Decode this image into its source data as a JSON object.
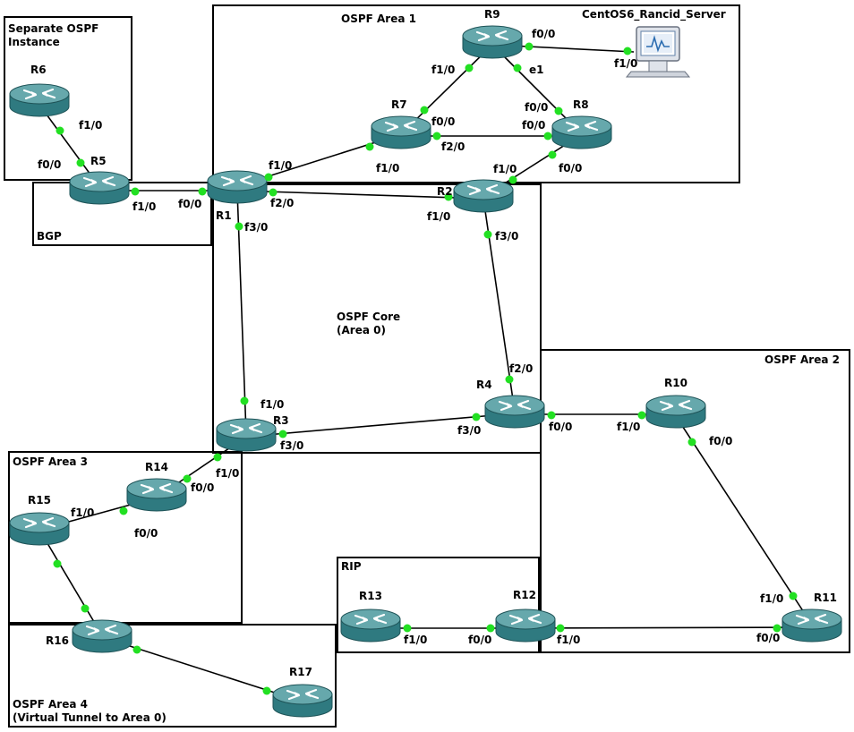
{
  "areas": {
    "separate": [
      "Separate OSPF",
      "Instance"
    ],
    "area1": [
      "OSPF Area 1"
    ],
    "bgp": [
      "BGP"
    ],
    "core": [
      "OSPF Core",
      "(Area 0)"
    ],
    "area2": [
      "OSPF Area 2"
    ],
    "area3": [
      "OSPF Area 3"
    ],
    "rip": [
      "RIP"
    ],
    "area4": [
      "OSPF Area 4",
      "(Virtual Tunnel to Area 0)"
    ],
    "server": [
      "CentOS6_Rancid_Server"
    ]
  },
  "routers": {
    "R1": "R1",
    "R2": "R2",
    "R3": "R3",
    "R4": "R4",
    "R5": "R5",
    "R6": "R6",
    "R7": "R7",
    "R8": "R8",
    "R9": "R9",
    "R10": "R10",
    "R11": "R11",
    "R12": "R12",
    "R13": "R13",
    "R14": "R14",
    "R15": "R15",
    "R16": "R16",
    "R17": "R17"
  },
  "interfaces": [
    "f1/0",
    "f0/0",
    "f1/0",
    "f0/0",
    "f1/0",
    "f1/0",
    "f2/0",
    "f1/0",
    "f3/0",
    "f1/0",
    "f3/0",
    "f2/0",
    "f3/0",
    "f3/0",
    "f0/0",
    "f1/0",
    "f0/0",
    "f1/0",
    "f1/0",
    "f0/0",
    "f0/0",
    "f1/0",
    "f0/0",
    "f1/0",
    "f1/0",
    "f2/0",
    "f0/0",
    "f2/0",
    "f0/0",
    "e1",
    "f0/0",
    "f1/0",
    "f1/0",
    "f0/0",
    "f0/0",
    "f1/0",
    "f0/0",
    "f1/0"
  ],
  "colors": {
    "router_top": "#5e9fa3",
    "router_body": "#2f7a80",
    "link_dot": "#22e022"
  },
  "icons": {
    "router": "router-icon",
    "server": "monitor-icon"
  }
}
